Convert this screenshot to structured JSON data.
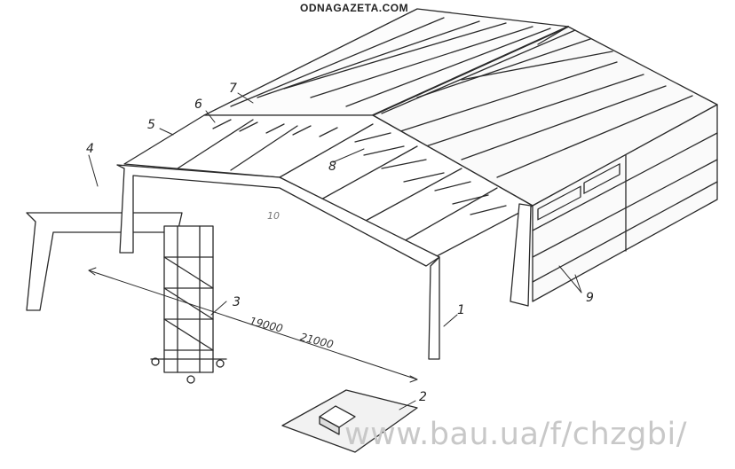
{
  "watermark_top": "ODNAGAZETA.COM",
  "watermark_bottom": "www.bau.ua/f/chzgbi/",
  "callouts": {
    "c1": "1",
    "c2": "2",
    "c3": "3",
    "c4": "4",
    "c5": "5",
    "c6": "6",
    "c7": "7",
    "c8": "8",
    "c9": "9",
    "c10": "10"
  },
  "dimensions": {
    "span_a": "19000",
    "span_b": "21000"
  },
  "colors": {
    "line": "#2a2a2a",
    "watermark": "#c8c8c8"
  }
}
